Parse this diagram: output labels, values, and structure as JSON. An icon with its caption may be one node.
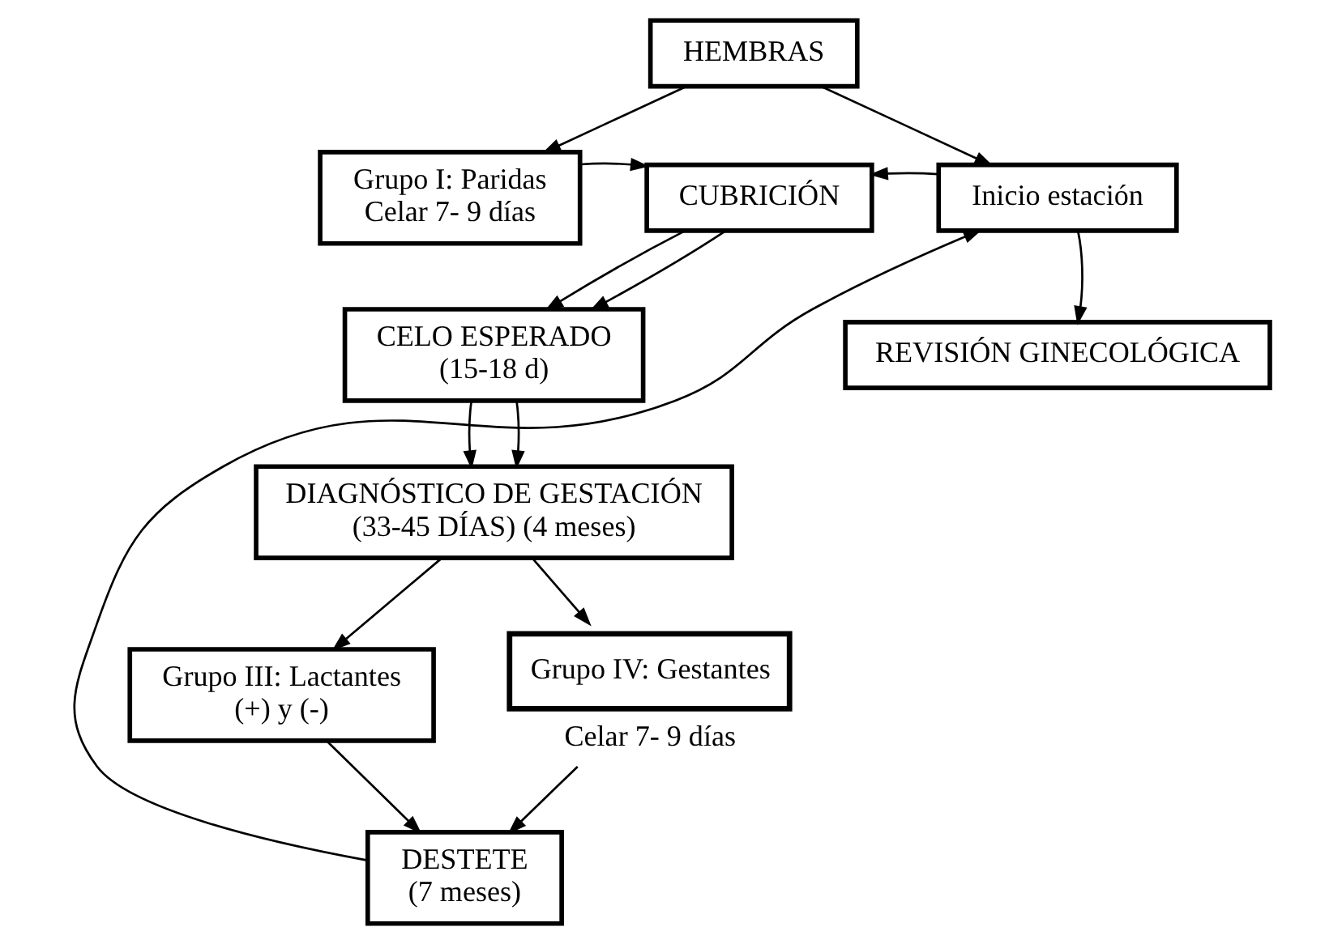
{
  "diagram": {
    "nodes": [
      {
        "text": [
          "HEMBRAS"
        ]
      },
      {
        "text": [
          "Grupo I: Paridas",
          "Celar 7- 9 días"
        ]
      },
      {
        "text": [
          "CUBRICIÓN"
        ]
      },
      {
        "text": [
          "Inicio estación"
        ]
      },
      {
        "text": [
          "CELO ESPERADO",
          "(15-18 d)"
        ]
      },
      {
        "text": [
          "REVISIÓN GINECOLÓGICA"
        ]
      },
      {
        "text": [
          "DIAGNÓSTICO DE GESTACIÓN",
          "(33-45 DÍAS) (4 meses)"
        ]
      },
      {
        "text": [
          "Grupo III: Lactantes",
          "(+) y (-)"
        ]
      },
      {
        "text": [
          "Grupo IV: Gestantes"
        ],
        "beside": [
          "Celar 7- 9 días"
        ]
      },
      {
        "text": [
          "DESTETE",
          "(7 meses)"
        ]
      }
    ],
    "edges": [
      {
        "from": 0,
        "to": 1,
        "arrow": "to"
      },
      {
        "from": 0,
        "to": 3,
        "arrow": "to"
      },
      {
        "from": 1,
        "to": 2,
        "arrow": "to"
      },
      {
        "from": 3,
        "to": 2,
        "arrow": "to"
      },
      {
        "from": 2,
        "to": 4,
        "arrow": "to"
      },
      {
        "from": 2,
        "to": 4,
        "arrow": "to"
      },
      {
        "from": 3,
        "to": 5,
        "arrow": "to"
      },
      {
        "from": 4,
        "to": 6,
        "arrow": "to"
      },
      {
        "from": 4,
        "to": 6,
        "arrow": "to"
      },
      {
        "from": 6,
        "to": 7,
        "arrow": "to"
      },
      {
        "from": 6,
        "to": 8,
        "arrow": "to"
      },
      {
        "from": 7,
        "to": 9,
        "arrow": "to"
      },
      {
        "from": 8,
        "to": 9,
        "arrow": "to"
      },
      {
        "from": 9,
        "to": 3,
        "arrow": "to"
      }
    ]
  }
}
